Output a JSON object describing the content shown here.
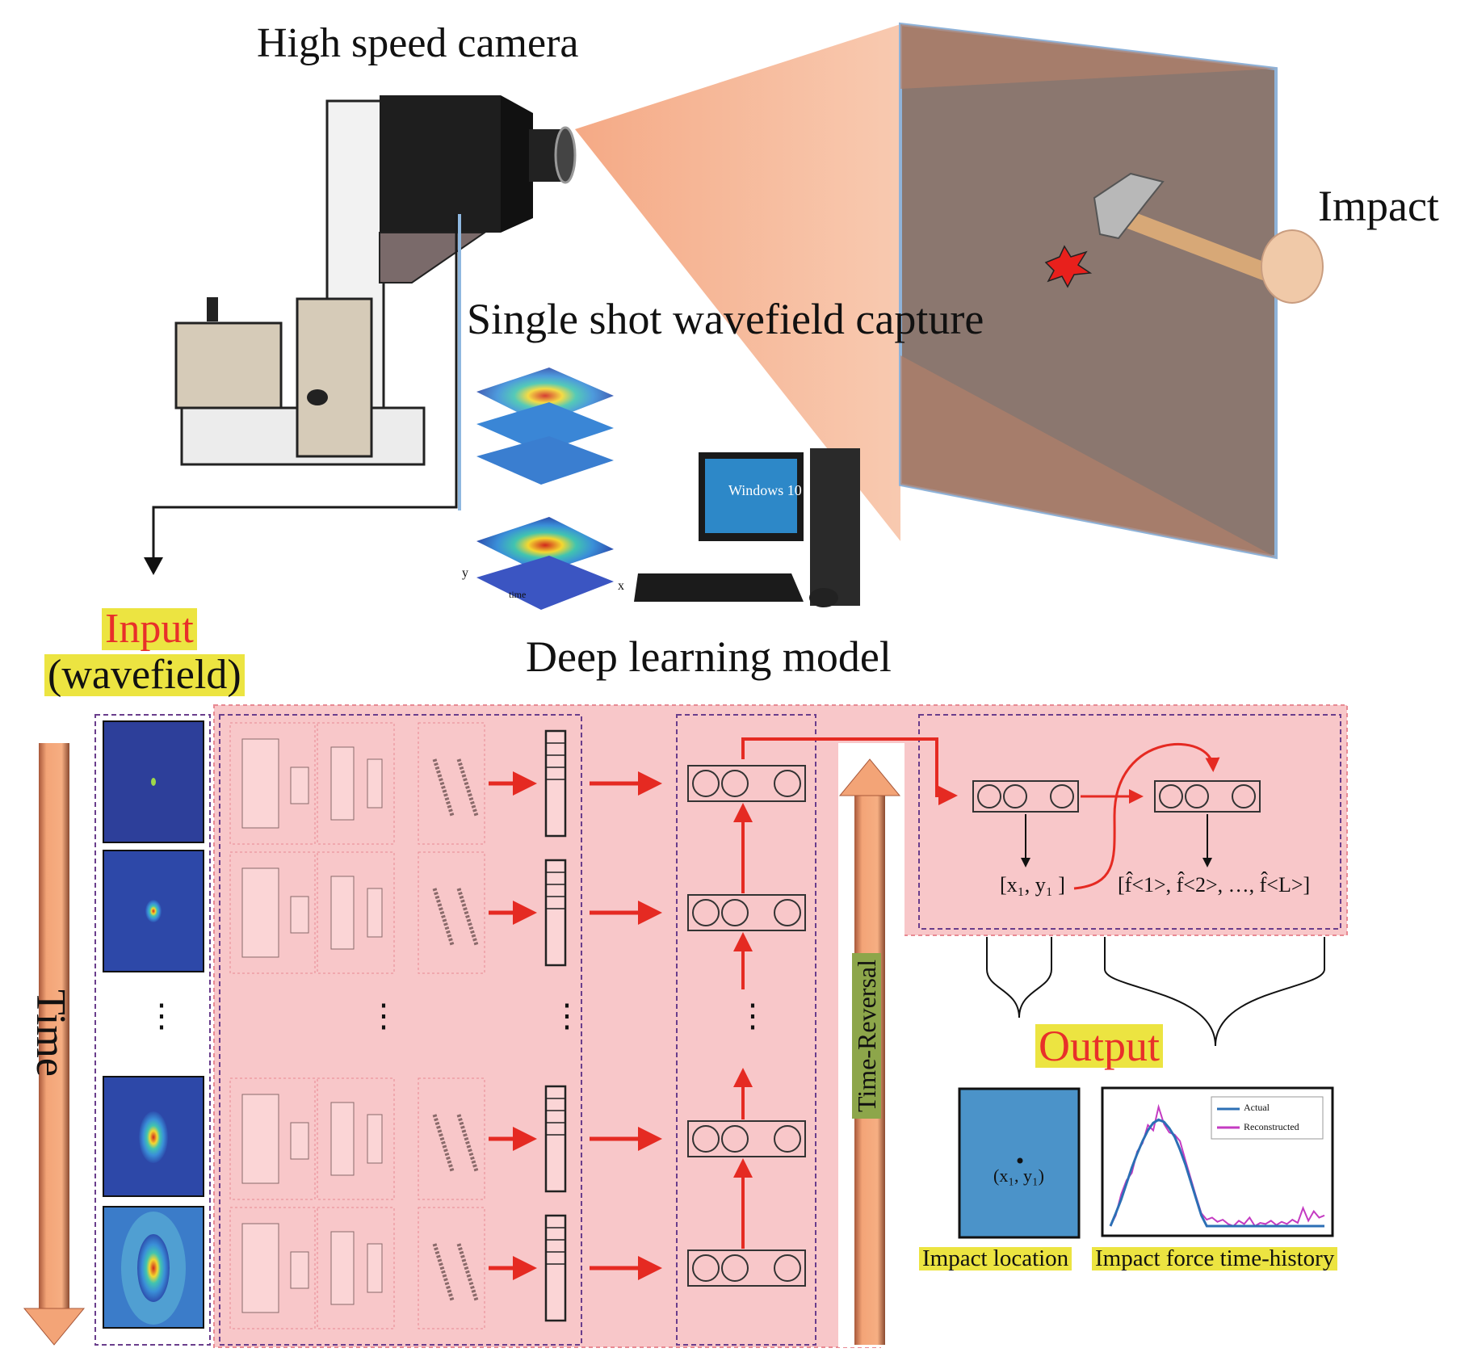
{
  "figure": {
    "labels": {
      "camera": "High speed camera",
      "impact": "Impact",
      "capture": "Single shot wavefield capture",
      "model": "Deep learning model",
      "input_line1": "Input",
      "input_line2": "(wavefield)",
      "time_axis": "Time",
      "time_reversal": "Time-Reversal",
      "output": "Output",
      "impact_location": "Impact location",
      "impact_force": "Impact force time-history",
      "coord_pair": "[x₁, y₁ ]",
      "force_sequence": "[f̂<1>, f̂<2>, …, f̂<L>]",
      "location_point": "(x₁, y₁)",
      "computer_screen": "Windows 10",
      "stack_axis_x": "x",
      "stack_axis_y": "y",
      "stack_axis_t": "time",
      "ellipsis": "⋮",
      "node_ellipsis": "···"
    },
    "colors": {
      "highlight": "#ece441",
      "input_red": "#e8302a",
      "arrow_red": "#e52a22",
      "pink_panel": "#f8c7c9",
      "dash_purple": "#6a3e8c",
      "dash_pink": "#e88a93",
      "time_arrow": "#f2a172",
      "screen_brown": "#8b776f",
      "wavefield_blue": "#2d3f9a",
      "actual_line": "#2c6fb5",
      "reconstructed_line": "#c43bc2",
      "location_fill": "#4b93c9"
    },
    "wavefield_frames": 4,
    "rnn_rows": 4
  },
  "chart_data": {
    "type": "line",
    "title": "Impact force time-history",
    "xlabel": "",
    "ylabel": "",
    "legend": [
      "Actual",
      "Reconstructed"
    ],
    "legend_position": "top-right",
    "x": [
      0,
      1,
      2,
      3,
      4,
      5,
      6,
      7,
      8,
      9,
      10,
      11,
      12,
      13,
      14,
      15,
      16,
      17,
      18,
      19,
      20,
      21,
      22,
      23,
      24,
      25,
      26,
      27,
      28,
      29,
      30,
      31,
      32,
      33,
      34,
      35,
      36,
      37,
      38,
      39,
      40
    ],
    "series": [
      {
        "name": "Actual",
        "values": [
          0.0,
          0.12,
          0.25,
          0.4,
          0.55,
          0.68,
          0.8,
          0.9,
          0.97,
          1.0,
          0.98,
          0.92,
          0.84,
          0.72,
          0.58,
          0.42,
          0.26,
          0.1,
          0.0,
          0.0,
          0.0,
          0.0,
          0.0,
          0.0,
          0.0,
          0.0,
          0.0,
          0.0,
          0.0,
          0.0,
          0.0,
          0.0,
          0.0,
          0.0,
          0.0,
          0.0,
          0.0,
          0.0,
          0.0,
          0.0,
          0.0
        ]
      },
      {
        "name": "Reconstructed",
        "values": [
          0.0,
          0.1,
          0.3,
          0.43,
          0.5,
          0.7,
          0.78,
          0.95,
          0.9,
          1.12,
          0.96,
          0.88,
          0.86,
          0.8,
          0.62,
          0.45,
          0.28,
          0.12,
          0.06,
          0.08,
          0.04,
          0.06,
          0.02,
          0.0,
          0.05,
          0.02,
          0.08,
          0.0,
          0.03,
          0.02,
          0.05,
          0.01,
          0.04,
          0.02,
          0.06,
          0.03,
          0.17,
          0.05,
          0.14,
          0.08,
          0.1
        ]
      }
    ],
    "ylim": [
      0,
      1.2
    ]
  }
}
